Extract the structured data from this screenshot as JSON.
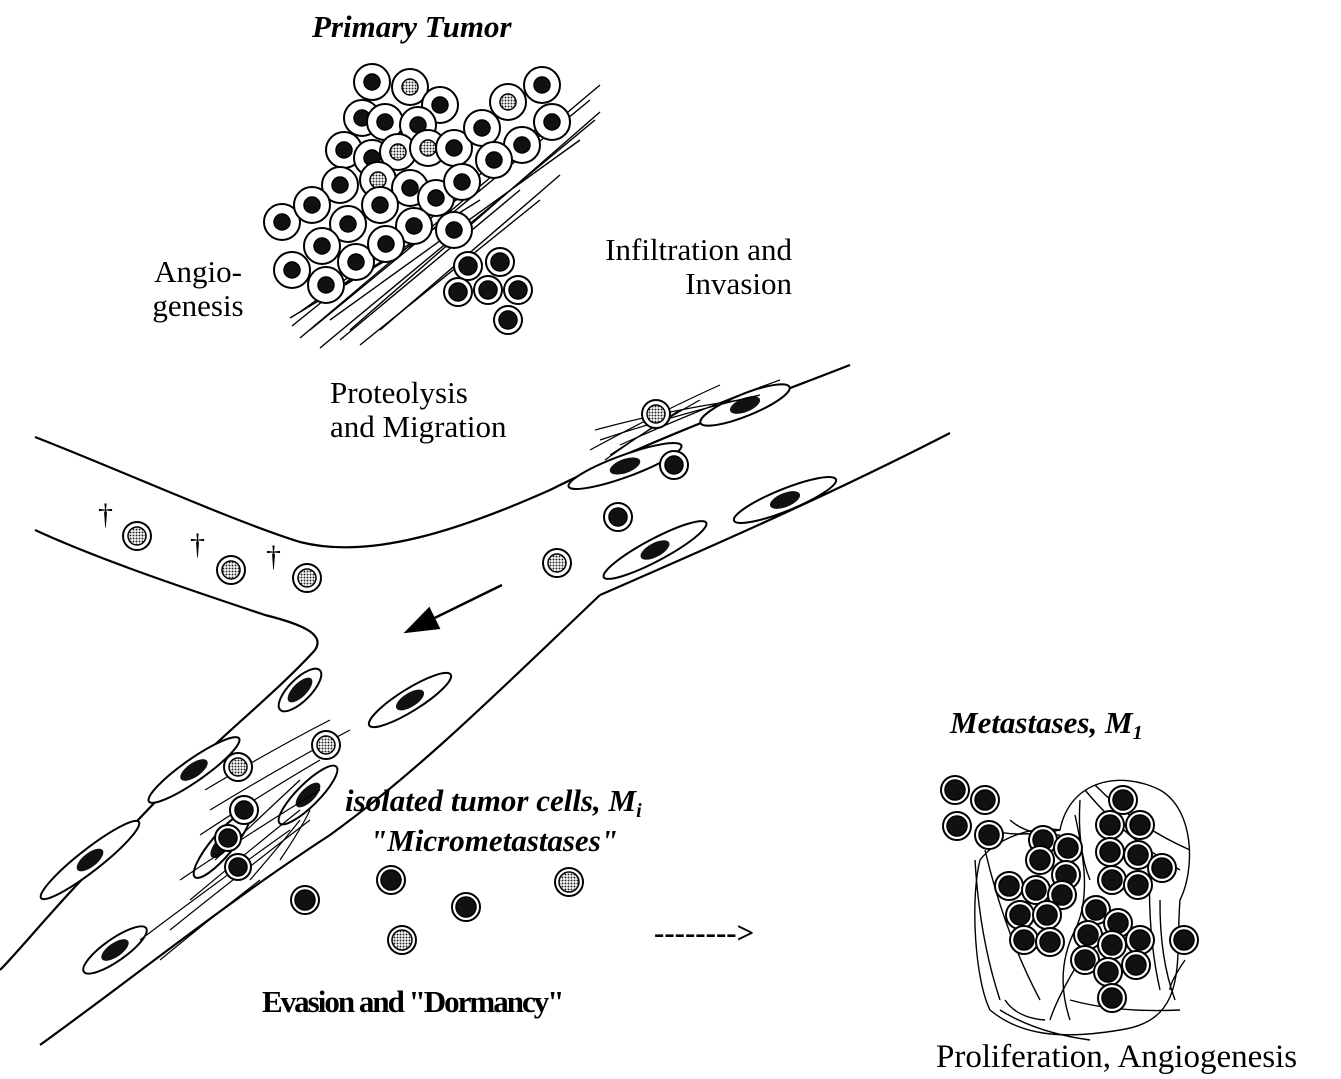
{
  "labels": {
    "primary_tumor": "Primary Tumor",
    "angiogenesis_1": "Angio-",
    "angiogenesis_2": "genesis",
    "infiltration_1": "Infiltration and",
    "infiltration_2": "Invasion",
    "proteolysis_1": "Proteolysis",
    "proteolysis_2": "and Migration",
    "isolated_text": "isolated tumor cells, M",
    "isolated_sub": "i",
    "micrometastases": "\"Micrometastases\"",
    "evasion": "Evasion and \"Dormancy\"",
    "dashed_arrow": "-------->",
    "metastases_text": "Metastases, M",
    "metastases_sub": "1",
    "proliferation": "Proliferation, Angiogenesis",
    "dagger": "†"
  },
  "colors": {
    "ink": "#000000",
    "nucleus_dark": "#111111",
    "nucleus_stippled": "#555555",
    "background": "#ffffff"
  }
}
